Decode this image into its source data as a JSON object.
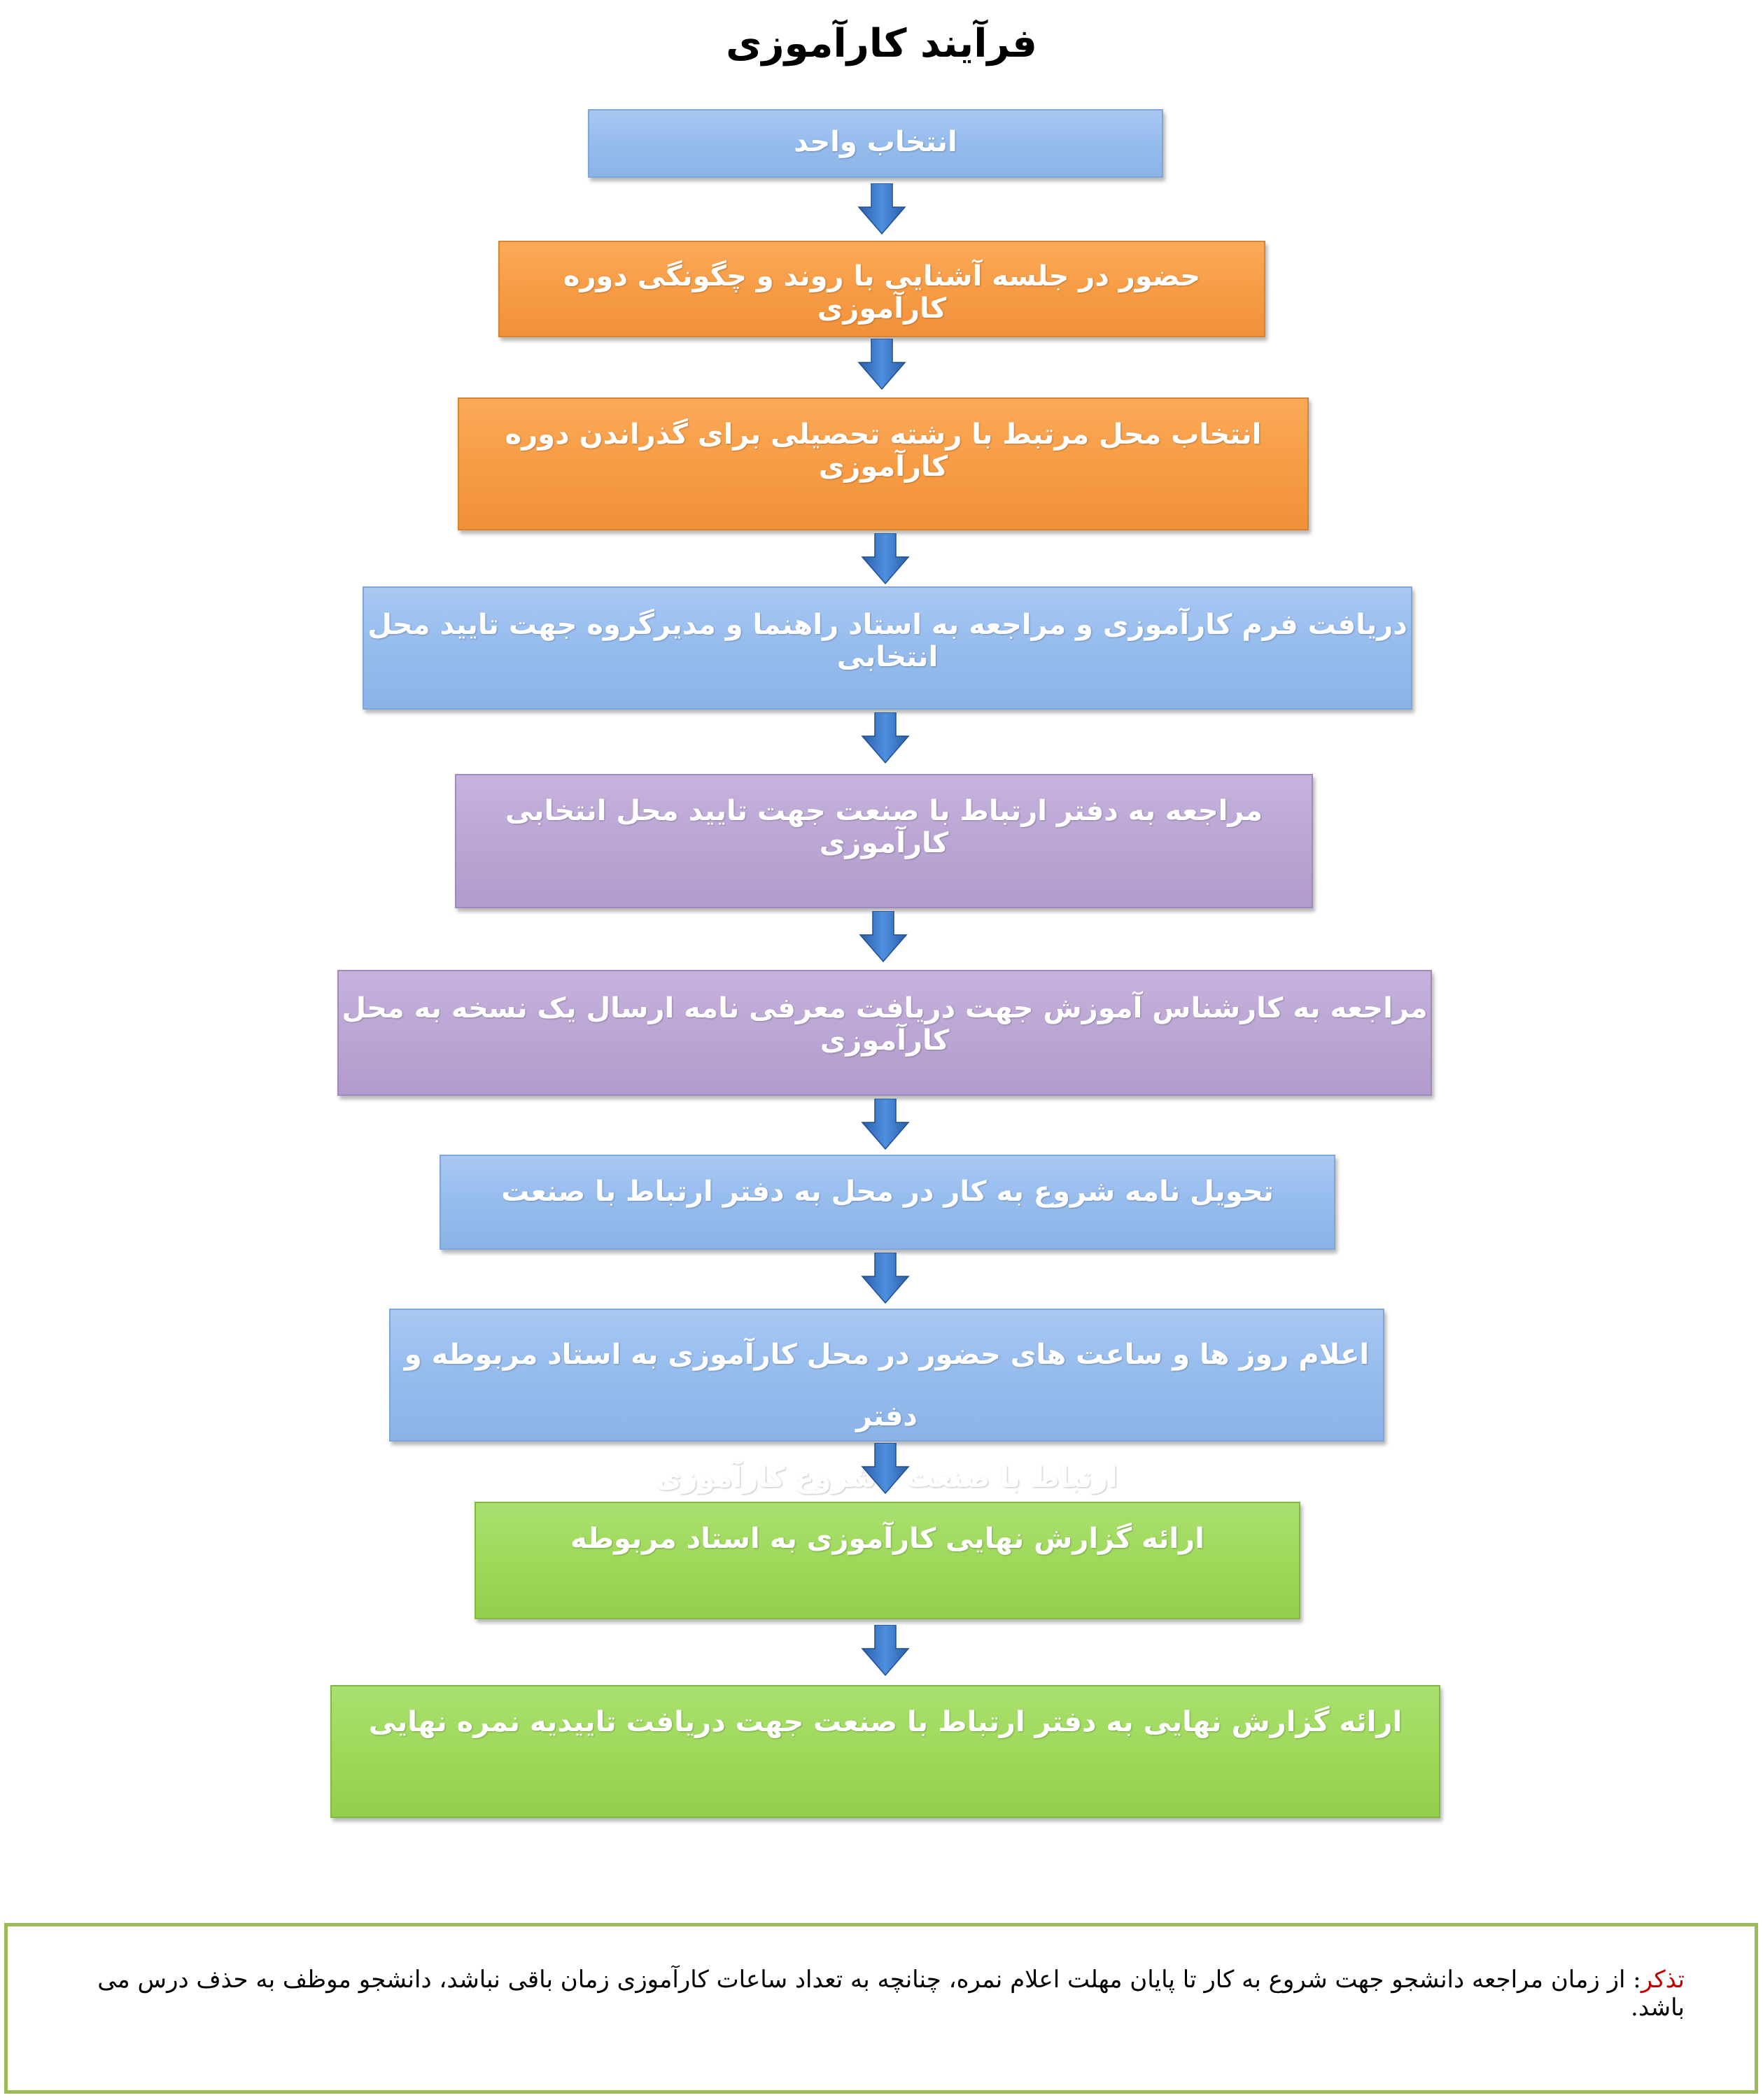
{
  "title": "فرآیند کارآموزی",
  "steps": [
    {
      "text": "انتخاب واحد",
      "color": "#97bdee"
    },
    {
      "text": "حضور در جلسه آشنایی با روند و چگونگی دوره کارآموزی",
      "color": "#f79c45"
    },
    {
      "text": "انتخاب محل مرتبط با رشته تحصیلی برای گذراندن دوره کارآموزی",
      "color": "#f79c45"
    },
    {
      "text": "دریافت فرم کارآموزی و مراجعه به استاد راهنما و مدیرگروه  جهت تایید محل انتخابی",
      "color": "#97bdee"
    },
    {
      "text": "مراجعه به دفتر ارتباط با صنعت جهت تایید محل انتخابی کارآموزی",
      "color": "#bba6d4"
    },
    {
      "text": "مراجعه به کارشناس آموزش جهت دریافت معرفی نامه ارسال یک نسخه به محل کارآموزی",
      "color": "#bba6d4"
    },
    {
      "text": "تحویل نامه شروع به کار در محل به دفتر ارتباط با صنعت",
      "color": "#97bdee"
    },
    {
      "text": "اعلام روز ها و ساعت های حضور در محل کارآموزی به استاد مربوطه و دفتر",
      "text2": "ارتباط با صنعت  /  شروع کارآموزی",
      "color": "#97bdee"
    },
    {
      "text": "ارائه گزارش نهایی کارآموزی  به استاد مربوطه",
      "color": "#9fd95a"
    },
    {
      "text": "ارائه گزارش نهایی به دفتر ارتباط با صنعت  جهت دریافت تاییدیه نمره نهایی",
      "color": "#9fd95a"
    }
  ],
  "note": {
    "lead": "تذکر",
    "text": ": از زمان مراجعه دانشجو جهت شروع به کار تا پایان مهلت اعلام نمره، چنانچه به تعداد ساعات کارآموزی زمان باقی نباشد، دانشجو موظف به حذف درس می باشد.",
    "border_color": "#9bbb59",
    "lead_color": "#c00000"
  }
}
